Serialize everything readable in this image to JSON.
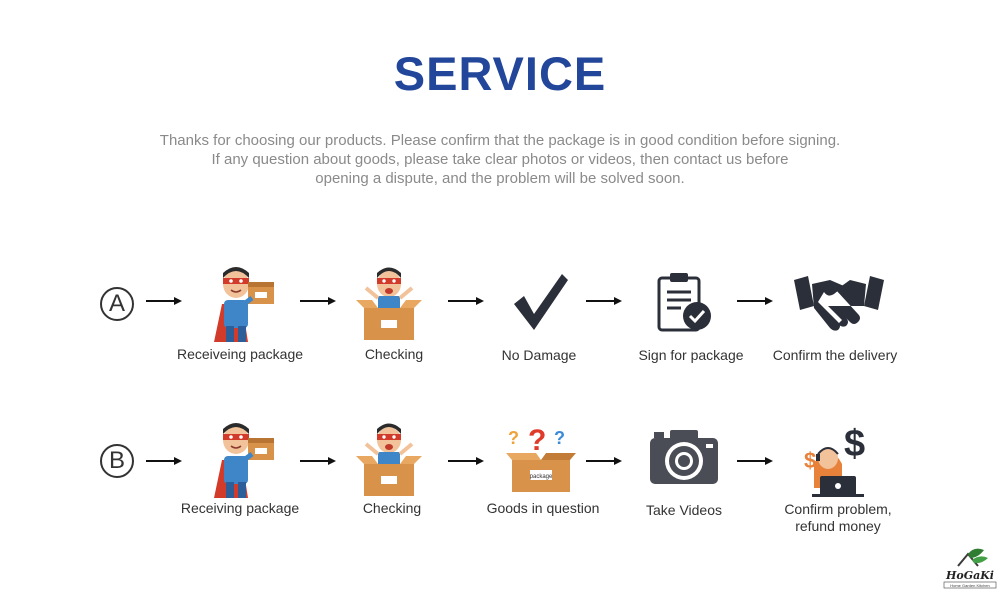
{
  "title": "SERVICE",
  "intro": {
    "line1": "Thanks for choosing our products. Please confirm that the package is in good condition before signing.",
    "line2": "If any question about goods, please take clear photos or videos, then contact us before",
    "line3": "opening a dispute, and the problem will be solved soon."
  },
  "rows": [
    {
      "marker": "A",
      "steps": [
        {
          "label": "Receiveing package",
          "icon": "superhero-carrying-box-icon"
        },
        {
          "label": "Checking",
          "icon": "hero-in-open-box-icon"
        },
        {
          "label": "No Damage",
          "icon": "checkmark-icon"
        },
        {
          "label": "Sign for package",
          "icon": "signed-clipboard-icon"
        },
        {
          "label": "Confirm the delivery",
          "icon": "handshake-icon"
        }
      ]
    },
    {
      "marker": "B",
      "steps": [
        {
          "label": "Receiving package",
          "icon": "superhero-carrying-box-icon"
        },
        {
          "label": "Checking",
          "icon": "hero-in-open-box-icon"
        },
        {
          "label": "Goods in question",
          "icon": "box-with-question-marks-icon"
        },
        {
          "label": "Take Videos",
          "icon": "camera-icon"
        },
        {
          "label": "Confirm problem,",
          "label2": "refund money",
          "icon": "support-agent-refund-icon"
        }
      ]
    }
  ],
  "box_label": "package",
  "logo": {
    "text": "HoGaKi",
    "tagline": "Home Garden Kitchen"
  },
  "colors": {
    "title": "#21469a",
    "intro_text": "#8a8a8a",
    "label_text": "#333333",
    "icon_dark": "#2b2f3a",
    "box": "#d9924a",
    "hero_suit": "#3e86c8",
    "cape": "#d23a2a",
    "question_orange": "#f0a23a",
    "question_red": "#e03a2a",
    "question_blue": "#3a8ad8"
  }
}
